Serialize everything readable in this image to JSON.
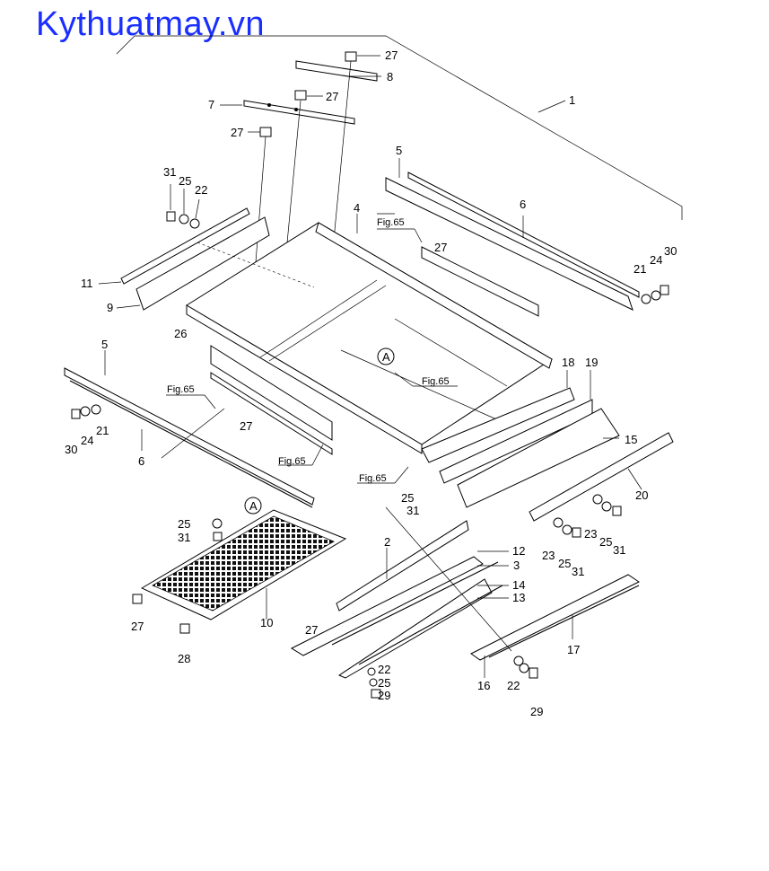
{
  "watermark": "Kythuatmay.vn",
  "callouts": {
    "c1": "1",
    "c2": "2",
    "c3": "3",
    "c4": "4",
    "c5a": "5",
    "c5b": "5",
    "c6a": "6",
    "c6b": "6",
    "c7": "7",
    "c8": "8",
    "c9": "9",
    "c10": "10",
    "c11": "11",
    "c12": "12",
    "c13": "13",
    "c14": "14",
    "c15": "15",
    "c16": "16",
    "c17": "17",
    "c18": "18",
    "c19": "19",
    "c20": "20",
    "c21a": "21",
    "c21b": "21",
    "c22a": "22",
    "c22b": "22",
    "c22c": "22",
    "c23a": "23",
    "c23b": "23",
    "c24a": "24",
    "c24b": "24",
    "c25a": "25",
    "c25b": "25",
    "c25c": "25",
    "c25d": "25",
    "c25e": "25",
    "c25f": "25",
    "c26": "26",
    "c27a": "27",
    "c27b": "27",
    "c27c": "27",
    "c27d": "27",
    "c27e": "27",
    "c27f": "27",
    "c28": "28",
    "c29a": "29",
    "c29b": "29",
    "c30a": "30",
    "c30b": "30",
    "c31a": "31",
    "c31b": "31",
    "c31c": "31",
    "c31d": "31",
    "c31e": "31"
  },
  "figure_refs": {
    "f1": "Fig.65",
    "f2": "Fig.65",
    "f3": "Fig.65",
    "f4": "Fig.65",
    "f5": "Fig.65"
  },
  "detail_marker": "A"
}
